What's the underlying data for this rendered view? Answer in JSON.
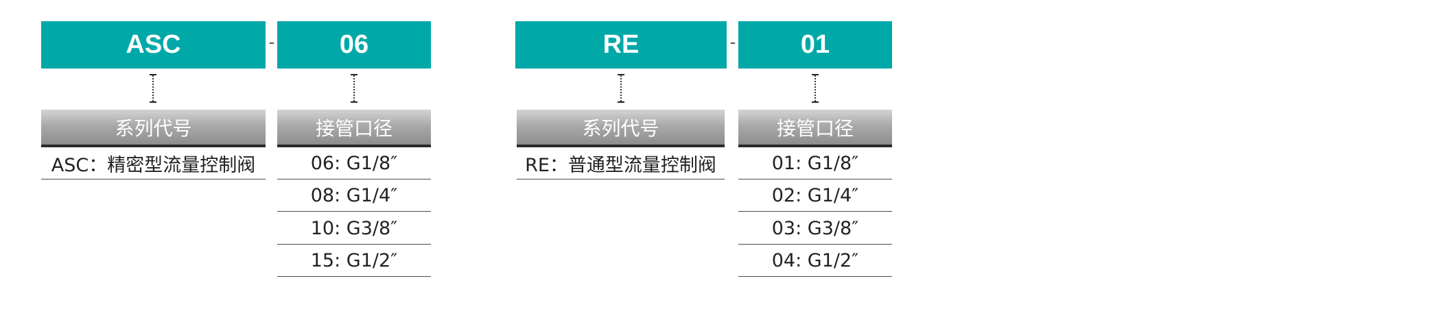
{
  "groups": [
    {
      "series_code": "ASC",
      "size_code": "06",
      "separator": "-",
      "series_header": "系列代号",
      "size_header": "接管口径",
      "series_items": [
        "ASC：精密型流量控制阀"
      ],
      "size_items": [
        "06: G1/8″",
        "08: G1/4″",
        "10: G3/8″",
        "15: G1/2″"
      ]
    },
    {
      "series_code": "RE",
      "size_code": "01",
      "separator": "-",
      "series_header": "系列代号",
      "size_header": "接管口径",
      "series_items": [
        "RE：普通型流量控制阀"
      ],
      "size_items": [
        "01: G1/8″",
        "02: G1/4″",
        "03: G3/8″",
        "04: G1/2″"
      ]
    }
  ],
  "colors": {
    "code_box": "#00a8a8",
    "header_dark": "#2a2a2a"
  }
}
